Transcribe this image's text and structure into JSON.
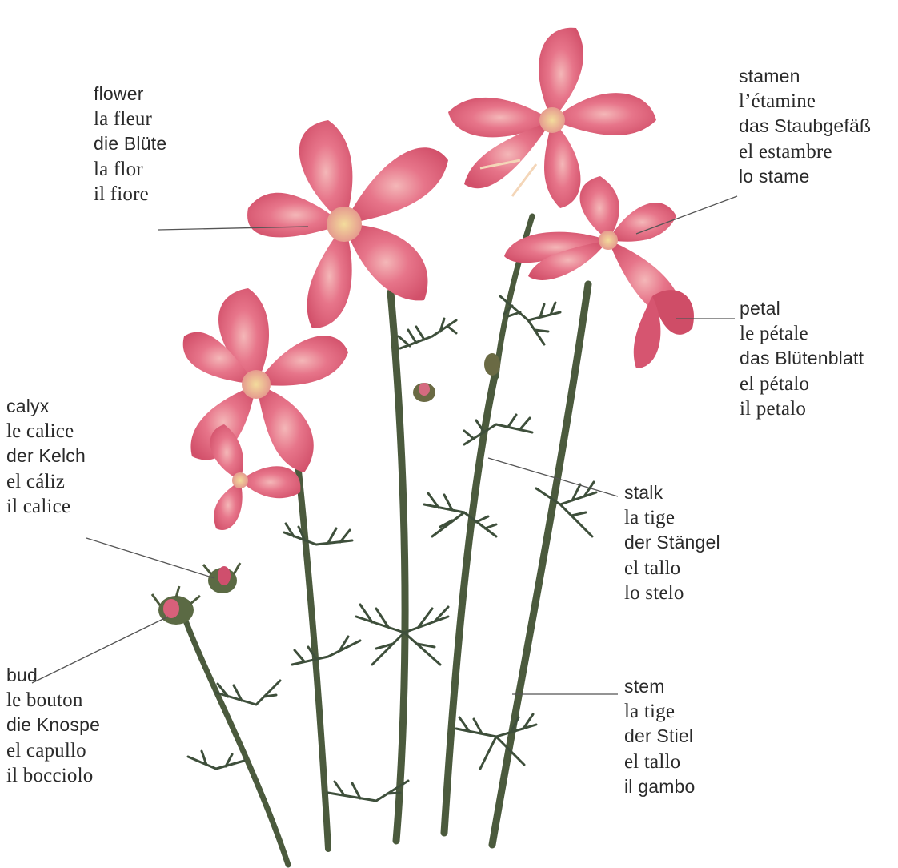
{
  "image": {
    "subject": "Flowering plant with multilingual labels",
    "colors": {
      "background": "#ffffff",
      "petal": "#e0627a",
      "petal_light": "#f0a0ad",
      "petal_dark": "#c4425e",
      "center": "#e8c88a",
      "stem": "#4a5a3a",
      "leaf": "#3e4f3b",
      "leader_line": "#555555",
      "text": "#2a2a2a"
    }
  },
  "labels": {
    "flower": {
      "en": "flower",
      "fr": "la fleur",
      "de": "die Blüte",
      "es": "la flor",
      "it": "il fiore"
    },
    "stamen": {
      "en": "stamen",
      "fr": "l’étamine",
      "de": "das Staubgefäß",
      "es": "el estambre",
      "it": "lo stame"
    },
    "petal": {
      "en": "petal",
      "fr": "le pétale",
      "de": "das Blütenblatt",
      "es": "el pétalo",
      "it": "il petalo"
    },
    "calyx": {
      "en": "calyx",
      "fr": "le calice",
      "de": "der Kelch",
      "es": "el cáliz",
      "it": "il calice"
    },
    "stalk": {
      "en": "stalk",
      "fr": "la tige",
      "de": "der Stängel",
      "es": "el tallo",
      "it": "lo stelo"
    },
    "bud": {
      "en": "bud",
      "fr": "le bouton",
      "de": "die Knospe",
      "es": "el capullo",
      "it": "il bocciolo"
    },
    "stem": {
      "en": "stem",
      "fr": "la tige",
      "de": "der Stiel",
      "es": "el tallo",
      "it": "il gambo"
    }
  }
}
